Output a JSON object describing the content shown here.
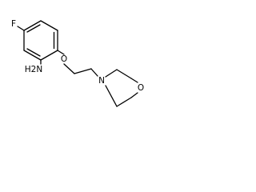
{
  "structure": {
    "atoms": {
      "fluorine": "F",
      "amine": "H2N",
      "ether_oxygen": "O",
      "morpholine_nitrogen": "N",
      "morpholine_oxygen": "O"
    }
  }
}
